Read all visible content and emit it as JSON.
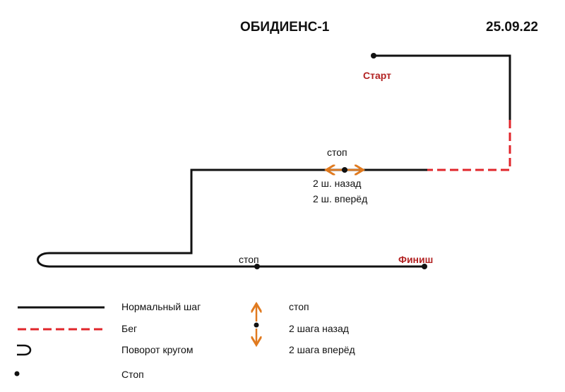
{
  "header": {
    "title": "ОБИДИЕНС-1",
    "date": "25.09.22"
  },
  "route": {
    "start_label": "Старт",
    "finish_label": "Финиш",
    "stop1_label": "стоп",
    "stop1_note_line1": "2 ш. назад",
    "stop1_note_line2": "2 ш. вперёд",
    "stop2_label": "стоп"
  },
  "legend": {
    "normal_step": "Нормальный шаг",
    "run": "Бег",
    "about_turn": "Поворот кругом",
    "stop": "Стоп",
    "arrow_stop": "стоп",
    "arrow_back": "2 шага назад",
    "arrow_forward": "2 шага вперёд"
  },
  "colors": {
    "line": "#111111",
    "run": "#e0262b",
    "arrow": "#e07a1f",
    "label_red": "#b22222"
  }
}
